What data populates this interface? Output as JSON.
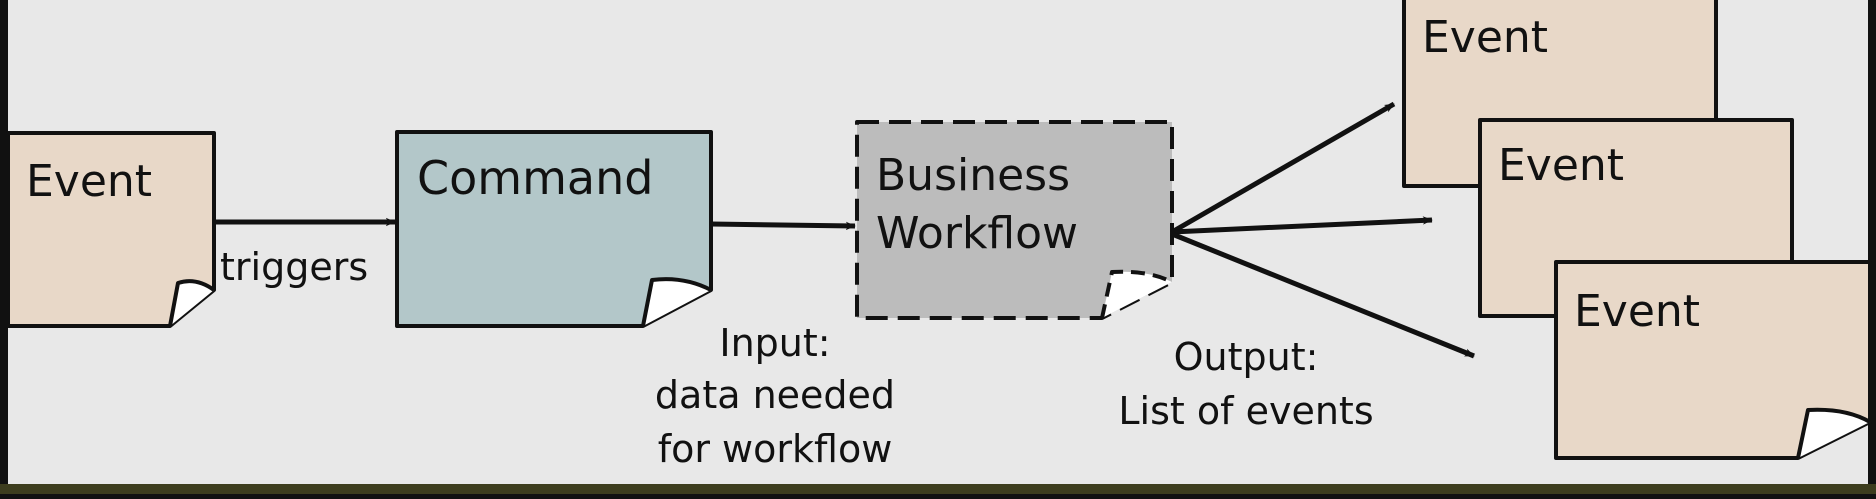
{
  "nodes": {
    "event_source": {
      "label": "Event"
    },
    "command": {
      "label": "Command"
    },
    "workflow": {
      "line1": "Business",
      "line2": "Workflow"
    },
    "event_out_1": {
      "label": "Event"
    },
    "event_out_2": {
      "label": "Event"
    },
    "event_out_3": {
      "label": "Event"
    }
  },
  "labels": {
    "triggers": "triggers",
    "input_line1": "Input:",
    "input_line2": "data needed",
    "input_line3": "for workflow",
    "output_line1": "Output:",
    "output_line2": "List of events"
  },
  "colors": {
    "background": "#e8e8e8",
    "event_fill": "#e8d8c8",
    "command_fill": "#b3c7c9",
    "workflow_fill": "#bcbcbc",
    "stroke": "#111111",
    "footer_band": "#3d3d1e"
  }
}
